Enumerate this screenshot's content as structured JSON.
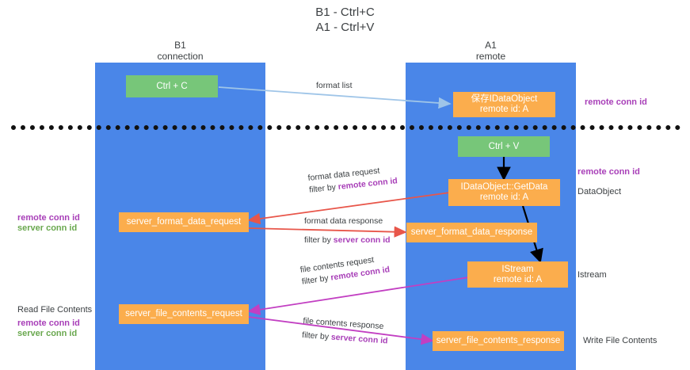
{
  "title": {
    "line1": "B1 - Ctrl+C",
    "line2": "A1 - Ctrl+V"
  },
  "columns": [
    {
      "name": "B1",
      "sub": "connection"
    },
    {
      "name": "A1",
      "sub": "remote"
    }
  ],
  "nodes": {
    "ctrl_c": {
      "l1": "Ctrl + C",
      "l2": ""
    },
    "save_dataobject": {
      "l1": "保存IDataObject",
      "l2": "remote id: A"
    },
    "ctrl_v": {
      "l1": "Ctrl + V",
      "l2": ""
    },
    "getdata": {
      "l1": "IDataObject::GetData",
      "l2": "remote id: A"
    },
    "fmt_req": {
      "l1": "server_format_data_request",
      "l2": ""
    },
    "fmt_resp": {
      "l1": "server_format_data_response",
      "l2": ""
    },
    "istream": {
      "l1": "IStream",
      "l2": "remote id: A"
    },
    "file_req": {
      "l1": "server_file_contents_request",
      "l2": ""
    },
    "file_resp": {
      "l1": "server_file_contents_response",
      "l2": ""
    }
  },
  "edge_labels": {
    "format_list": "format list",
    "format_data_request": "format data request",
    "format_data_request_filter_pre": "filter by ",
    "format_data_request_filter_key": "remote conn id",
    "format_data_response": "format data response",
    "format_data_response_filter_pre": "filter by ",
    "format_data_response_filter_key": "server conn id",
    "file_contents_request": "file contents request",
    "file_contents_request_filter_pre": "filter by ",
    "file_contents_request_filter_key": "remote conn id",
    "file_contents_response": "file contents response",
    "file_contents_response_filter_pre": "filter by ",
    "file_contents_response_filter_key": "server conn id"
  },
  "side_labels": {
    "right_remote_conn_id_top": "remote conn id",
    "right_remote_conn_id_mid": "remote conn id",
    "right_dataobject": "DataObject",
    "right_istream": "Istream",
    "right_write_file_contents": "Write File Contents",
    "left_remote_conn_id_mid": "remote conn id",
    "left_server_conn_id_mid": "server conn id",
    "left_read_file_contents": "Read File Contents",
    "left_remote_conn_id_bot": "remote conn id",
    "left_server_conn_id_bot": "server conn id"
  },
  "colors": {
    "lane": "#4a86e8",
    "green_node": "#77c679",
    "orange_node": "#fbad4d",
    "purple_text": "#a83fb8",
    "green_text": "#6aa84f",
    "red_arrow": "#e8564a",
    "magenta_arrow": "#c23fc2",
    "blue_arrow": "#9fc5e8",
    "black_arrow": "#000000",
    "divider": "#111111",
    "background": "#ffffff"
  }
}
